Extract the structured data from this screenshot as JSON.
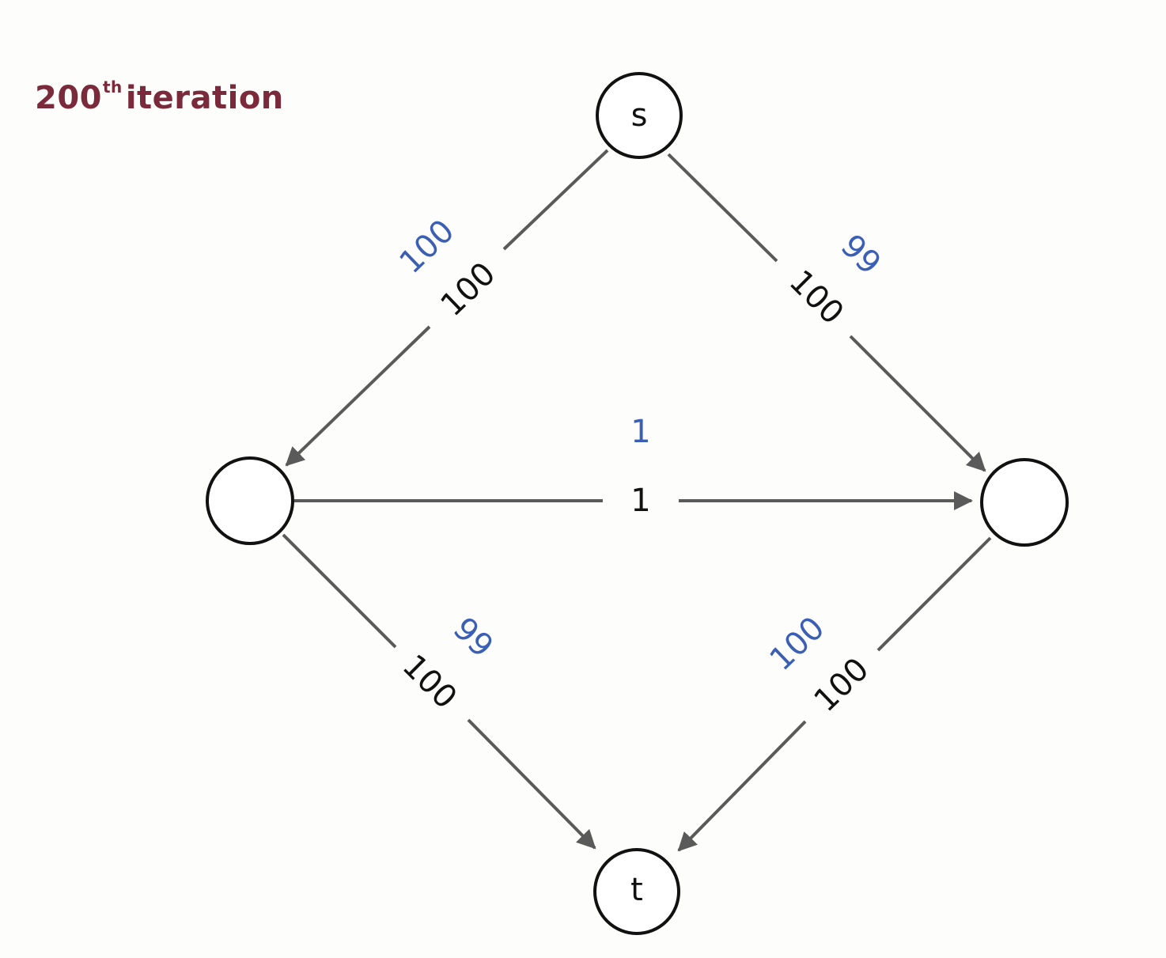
{
  "title": {
    "number": "200",
    "suffix": "th",
    "word": "iteration"
  },
  "colors": {
    "title": "#7a2a3a",
    "capacity": "#111111",
    "flow": "#3a5fb5",
    "edge": "#5a5a5a"
  },
  "nodes": {
    "s": {
      "label": "s"
    },
    "a": {
      "label": ""
    },
    "b": {
      "label": ""
    },
    "t": {
      "label": "t"
    }
  },
  "edges": {
    "s_a": {
      "flow": "100",
      "capacity": "100"
    },
    "s_b": {
      "flow": "99",
      "capacity": "100"
    },
    "a_b": {
      "flow": "1",
      "capacity": "1"
    },
    "a_t": {
      "flow": "99",
      "capacity": "100"
    },
    "b_t": {
      "flow": "100",
      "capacity": "100"
    }
  }
}
